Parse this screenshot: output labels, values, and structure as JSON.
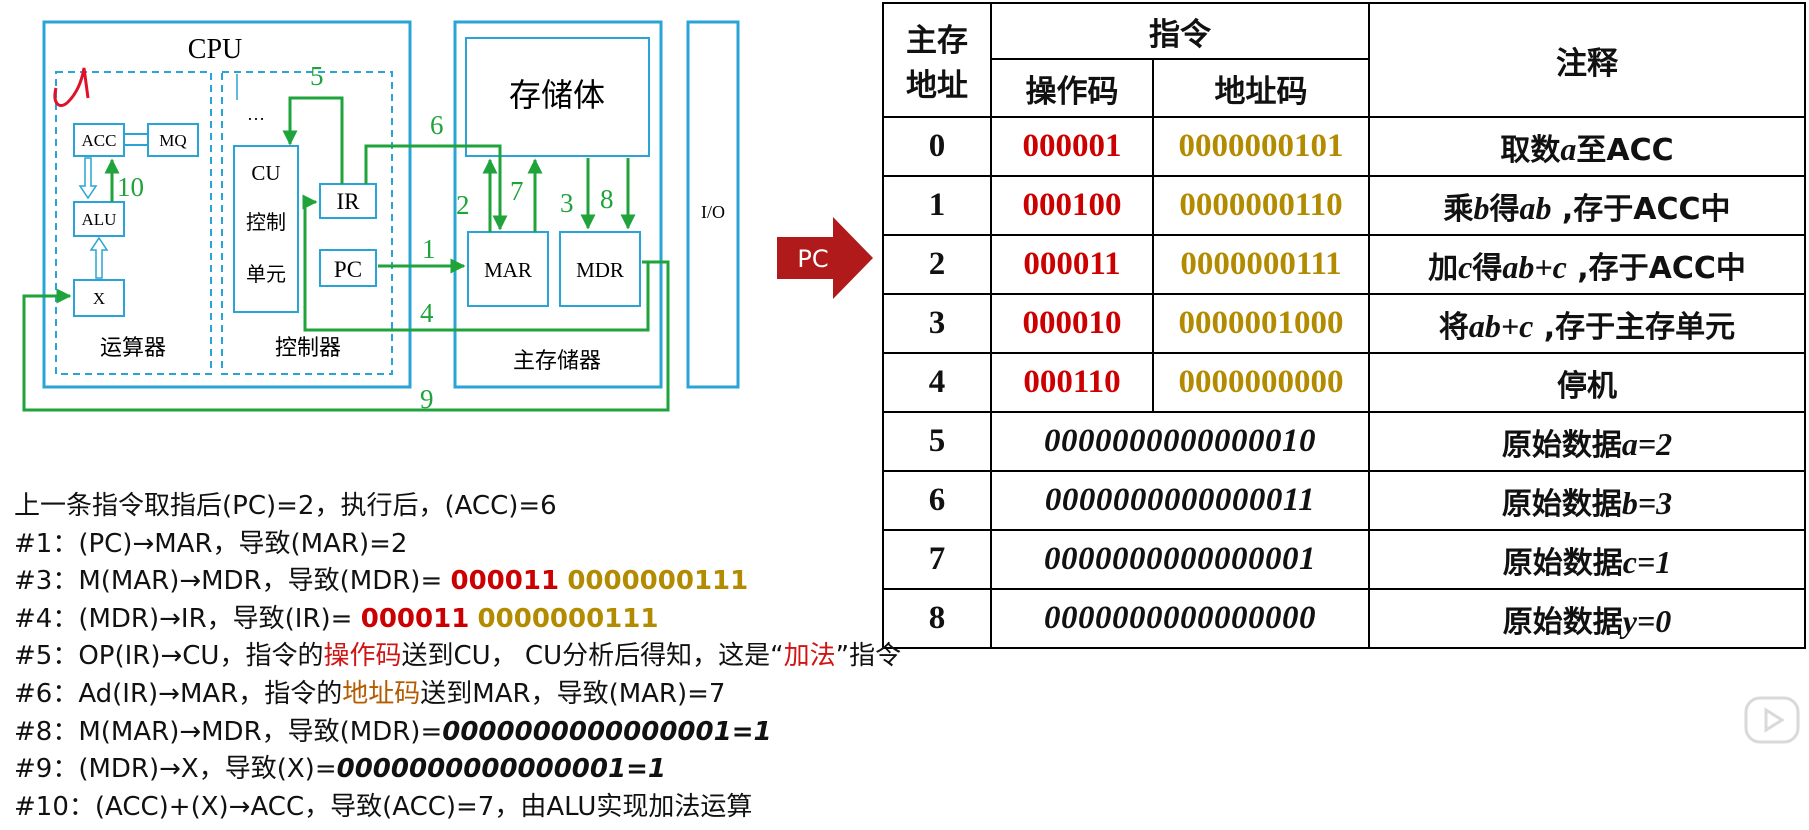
{
  "diagram": {
    "cpu": "CPU",
    "acc": "ACC",
    "mq": "MQ",
    "alu": "ALU",
    "x": "X",
    "ellipsis": "…",
    "cu_line1": "CU",
    "cu_line2": "控制",
    "cu_line3": "单元",
    "ir": "IR",
    "pc": "PC",
    "storage": "存储体",
    "mar": "MAR",
    "mdr": "MDR",
    "io": "I/O",
    "alu_unit": "运算器",
    "control_unit": "控制器",
    "main_memory": "主存储器",
    "steps": [
      "1",
      "2",
      "3",
      "4",
      "5",
      "6",
      "7",
      "8",
      "9",
      "10"
    ]
  },
  "pc_label": "PC",
  "table": {
    "header_addr_1": "主存",
    "header_addr_2": "地址",
    "header_instr": "指令",
    "header_op": "操作码",
    "header_ad": "地址码",
    "header_note": "注释",
    "rows": [
      {
        "addr": "0",
        "op": "000001",
        "ad": "0000000101",
        "note_pre": "取数",
        "note_var": "a",
        "note_post": "至ACC"
      },
      {
        "addr": "1",
        "op": "000100",
        "ad": "0000000110",
        "note_pre": "乘",
        "note_var": "b",
        "note_mid": "得",
        "note_var2": "ab",
        "note_post": " ,存于ACC中"
      },
      {
        "addr": "2",
        "op": "000011",
        "ad": "0000000111",
        "note_pre": "加",
        "note_var": "c",
        "note_mid": "得",
        "note_var2": "ab+c",
        "note_post": "  ,存于ACC中"
      },
      {
        "addr": "3",
        "op": "000010",
        "ad": "0000001000",
        "note_pre": "将",
        "note_var": "ab+c",
        "note_post": " ,存于主存单元"
      },
      {
        "addr": "4",
        "op": "000110",
        "ad": "0000000000",
        "note_pre": "停机"
      }
    ],
    "data_rows": [
      {
        "addr": "5",
        "value": "0000000000000010",
        "note_pre": "原始数据",
        "note_var": "a=2"
      },
      {
        "addr": "6",
        "value": "0000000000000011",
        "note_pre": "原始数据",
        "note_var": "b=3"
      },
      {
        "addr": "7",
        "value": "0000000000000001",
        "note_pre": "原始数据",
        "note_var": "c=1"
      },
      {
        "addr": "8",
        "value": "0000000000000000",
        "note_pre": "原始数据",
        "note_var": "y=0"
      }
    ]
  },
  "steps": {
    "intro": "上一条指令取指后(PC)=2，执行后，(ACC)=6",
    "s1": "#1：(PC)→MAR，导致(MAR)=2",
    "s3_pre": "#3：M(MAR)→MDR，导致(MDR)= ",
    "s3_op": "000011",
    "s3_ad": "0000000111",
    "s4_pre": "#4：(MDR)→IR，导致(IR)= ",
    "s4_op": "000011",
    "s4_ad": "0000000111",
    "s5_a": "#5：OP(IR)→CU，指令的",
    "s5_kw1": "操作码",
    "s5_b": "送到CU， CU分析后得知，这是“",
    "s5_kw2": "加法",
    "s5_c": "”指令",
    "s6_a": "#6：Ad(IR)→MAR，指令的",
    "s6_kw": "地址码",
    "s6_b": "送到MAR，导致(MAR)=7",
    "s8_pre": "#8：M(MAR)→MDR，导致(MDR)=",
    "s8_val": "0000000000000001=1",
    "s9_pre": "#9：(MDR)→X，导致(X)=",
    "s9_val": "0000000000000001=1",
    "s10": "#10：(ACC)+(X)→ACC，导致(ACC)=7，由ALU实现加法运算"
  },
  "colors": {
    "box_blue": "#2aa3d6",
    "arrow_green": "#1fa33a",
    "pc_arrow": "#b11a1a",
    "opcode_red": "#cc0000",
    "addr_gold": "#b38b00"
  },
  "icons": [
    "check-mark-icon",
    "play-icon"
  ]
}
